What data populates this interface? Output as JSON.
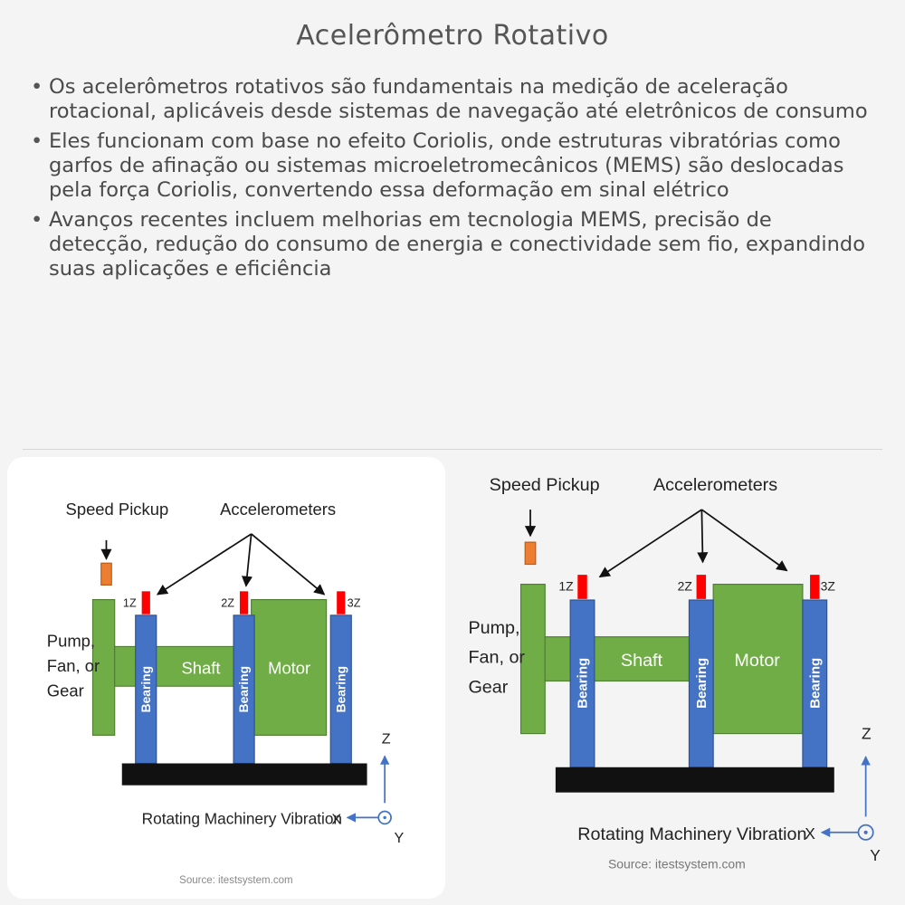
{
  "title": "Acelerômetro Rotativo",
  "bullets": [
    "Os acelerômetros rotativos são fundamentais na medição de aceleração rotacional, aplicáveis desde sistemas de navegação até eletrônicos de consumo",
    "Eles funcionam com base no efeito Coriolis, onde estruturas vibratórias como garfos de afinação ou sistemas microeletromecânicos (MEMS) são deslocadas pela força Coriolis, convertendo essa deformação em sinal elétrico",
    "Avanços recentes incluem melhorias em tecnologia MEMS, precisão de detecção, redução do consumo de energia e conectividade sem fio, expandindo suas aplicações e eficiência"
  ],
  "diagram": {
    "speed_pickup": "Speed Pickup",
    "accelerometers": "Accelerometers",
    "pump_lines": [
      "Pump,",
      "Fan, or",
      "Gear"
    ],
    "shaft": "Shaft",
    "motor": "Motor",
    "bearing": "Bearing",
    "sensor_labels": [
      "1Z",
      "2Z",
      "3Z"
    ],
    "axis_z": "Z",
    "axis_x": "X",
    "axis_y": "Y",
    "caption": "Rotating Machinery Vibration",
    "source": "Source: itestsystem.com"
  },
  "colors": {
    "green": "#70ad47",
    "green_dark": "#507e32",
    "blue": "#4472c4",
    "blue_dark": "#2f528f",
    "red": "#ff0000",
    "orange": "#ed7d31",
    "base": "#111111"
  }
}
